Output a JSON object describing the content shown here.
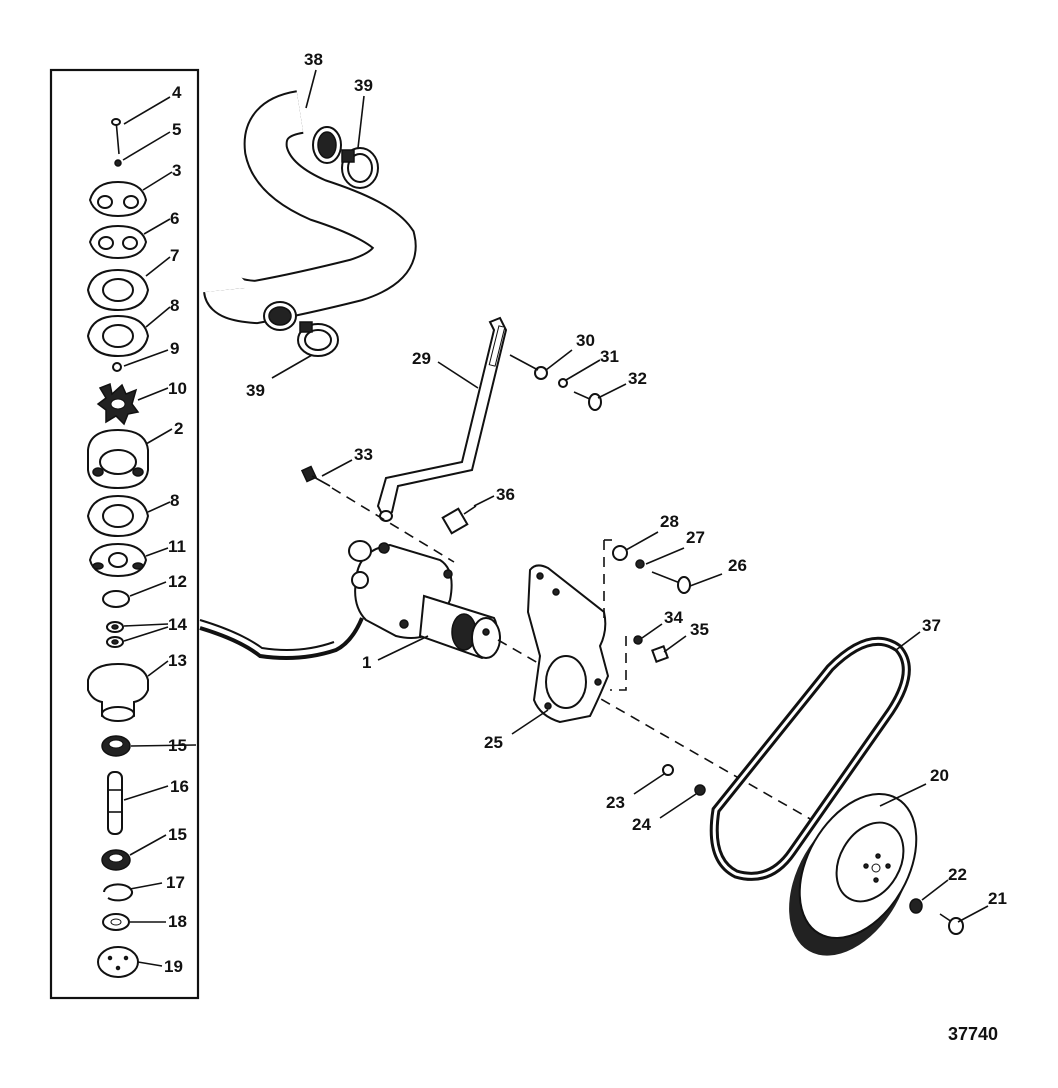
{
  "drawing_number": "37740",
  "callouts": {
    "c1": "1",
    "c2": "2",
    "c3": "3",
    "c4": "4",
    "c5": "5",
    "c6": "6",
    "c7": "7",
    "c8a": "8",
    "c8b": "8",
    "c9": "9",
    "c10": "10",
    "c11": "11",
    "c12": "12",
    "c13": "13",
    "c14": "14",
    "c15a": "15",
    "c15b": "15",
    "c16": "16",
    "c17": "17",
    "c18": "18",
    "c19": "19",
    "c20": "20",
    "c21": "21",
    "c22": "22",
    "c23": "23",
    "c24": "24",
    "c25": "25",
    "c26": "26",
    "c27": "27",
    "c28": "28",
    "c29": "29",
    "c30": "30",
    "c31": "31",
    "c32": "32",
    "c33": "33",
    "c34": "34",
    "c35": "35",
    "c36": "36",
    "c37": "37",
    "c38": "38",
    "c39a": "39",
    "c39b": "39"
  }
}
